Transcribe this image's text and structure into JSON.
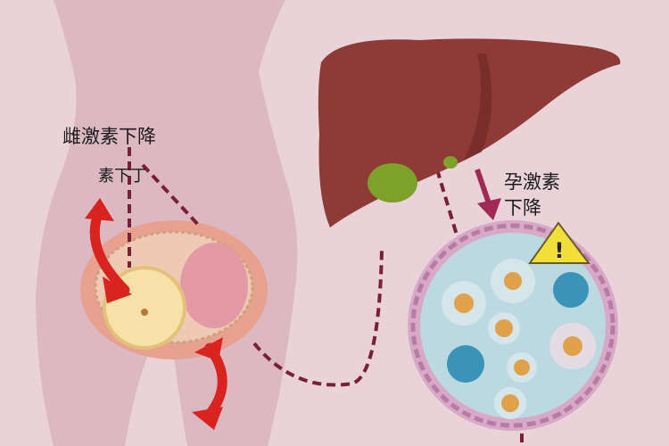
{
  "labels": {
    "estrogen_drop": "雌激素下降",
    "estrogen_drop_fragment": "素下丁",
    "progesterone": "孕激素",
    "progesterone_drop": "下降",
    "warning_symbol": "!"
  },
  "colors": {
    "background": "#e9d3d9",
    "body": "#dcb9c2",
    "liver": "#8e3a36",
    "gallbladder": "#7ea12a",
    "red_arrow": "#d8231e",
    "dashed_path": "#7a1f3a",
    "cell_fill": "#bcd8e0",
    "warning": "#f1e03a"
  }
}
